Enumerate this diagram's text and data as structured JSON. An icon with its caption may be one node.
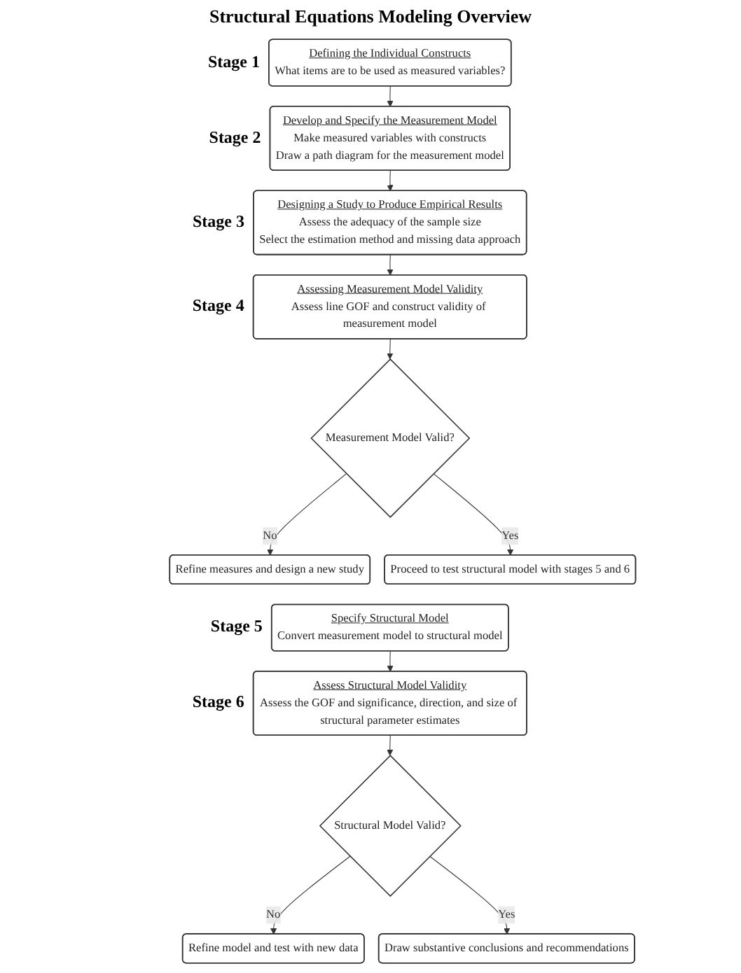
{
  "diagram": {
    "title": "Structural Equations Modeling Overview",
    "nodes": [
      {
        "text": [
          "Defining the Individual Constructs",
          "What items are to be used as measured variables?"
        ],
        "beside": [
          "Stage 1"
        ]
      },
      {
        "text": [
          "Develop and Specify the Measurement Model",
          "Make measured variables with constructs",
          "Draw a path diagram for the measurement model"
        ],
        "beside": [
          "Stage 2"
        ]
      },
      {
        "text": [
          "Designing a Study to Produce Empirical Results",
          "Assess the adequacy of the sample size",
          "Select the estimation method and missing data approach"
        ],
        "beside": [
          "Stage 3"
        ]
      },
      {
        "text": [
          "Assessing Measurement Model Validity",
          "Assess line GOF and construct validity of measurement model"
        ],
        "beside": [
          "Stage 4"
        ]
      },
      {
        "text": [
          "Measurement Model Valid?"
        ]
      },
      {
        "text": [
          "Refine measures and design a new study"
        ]
      },
      {
        "text": [
          "Proceed to test structural model with stages 5 and 6"
        ]
      },
      {
        "text": [
          "Specify Structural Model",
          "Convert measurement model to structural model"
        ],
        "beside": [
          "Stage 5"
        ]
      },
      {
        "text": [
          "Assess Structural Model Validity",
          "Assess the GOF and significance, direction, and size of structural parameter estimates"
        ],
        "beside": [
          "Stage 6"
        ]
      },
      {
        "text": [
          "Structural Model Valid?"
        ]
      },
      {
        "text": [
          "Refine model and test with new data"
        ]
      },
      {
        "text": [
          "Draw substantive conclusions and recommendations"
        ]
      }
    ],
    "edges": [
      {
        "from": 0,
        "to": 1,
        "arrow": "to"
      },
      {
        "from": 1,
        "to": 2,
        "arrow": "to"
      },
      {
        "from": 2,
        "to": 3,
        "arrow": "to"
      },
      {
        "from": 3,
        "to": 4,
        "arrow": "to"
      },
      {
        "from": 4,
        "to": 5,
        "arrow": "to",
        "label": "No"
      },
      {
        "from": 4,
        "to": 6,
        "arrow": "to",
        "label": "Yes"
      },
      {
        "from": 7,
        "to": 8,
        "arrow": "to"
      },
      {
        "from": 8,
        "to": 9,
        "arrow": "to"
      },
      {
        "from": 9,
        "to": 10,
        "arrow": "to",
        "label": "No"
      },
      {
        "from": 9,
        "to": 11,
        "arrow": "to",
        "label": "Yes"
      }
    ]
  }
}
